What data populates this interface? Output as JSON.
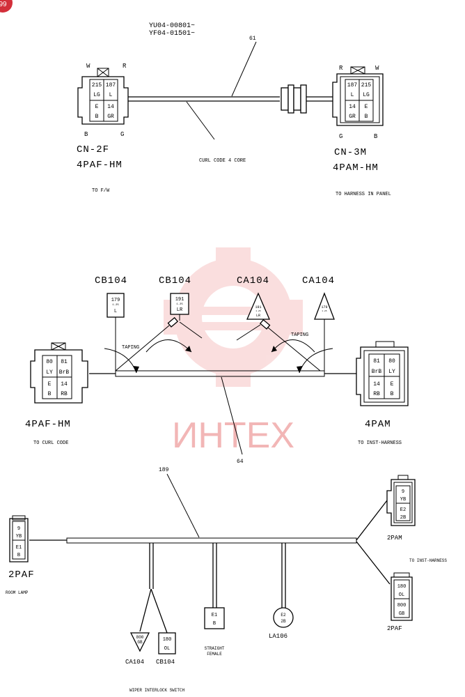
{
  "diagram": {
    "badge": "99",
    "part_numbers": [
      "YU04-00801~",
      "YF04-01501~"
    ],
    "watermark": "ИНТЕХ",
    "top": {
      "wire_no": "61",
      "curl_code": "CURL CODE 4 CORE",
      "left": {
        "top_left": "W",
        "top_right": "R",
        "bottom_left": "B",
        "bottom_right": "G",
        "cells": [
          "215",
          "187",
          "LG",
          "L",
          "E",
          "14",
          "B",
          "GR"
        ],
        "name": "CN-2F",
        "type": "4PAF-HM",
        "dest": "TO F/W"
      },
      "right": {
        "top_left": "R",
        "top_right": "W",
        "bottom_left": "G",
        "bottom_right": "B",
        "cells": [
          "187",
          "215",
          "L",
          "LG",
          "14",
          "E",
          "GR",
          "B"
        ],
        "name": "CN-3M",
        "type": "4PAM-HM",
        "dest": "TO HARNESS IN PANEL"
      }
    },
    "middle": {
      "wire_no": "64",
      "taping": "TAPING",
      "terminals": [
        {
          "code": "CB104",
          "num": "179",
          "spec": "1.25",
          "color": "L"
        },
        {
          "code": "CB104",
          "num": "191",
          "spec": "1.25",
          "color": "LR"
        },
        {
          "code": "CA104",
          "num": "191",
          "spec": "1.25",
          "color": "LR"
        },
        {
          "code": "CA104",
          "num": "179",
          "spec": "1.25",
          "color": "L"
        }
      ],
      "left": {
        "cells": [
          "80",
          "81",
          "LY",
          "BrB",
          "E",
          "14",
          "B",
          "RB"
        ],
        "type": "4PAF-HM",
        "dest": "TO CURL CODE"
      },
      "right": {
        "cells": [
          "81",
          "80",
          "BrB",
          "LY",
          "14",
          "E",
          "RB",
          "B"
        ],
        "type": "4PAM",
        "dest": "TO INST-HARNESS"
      }
    },
    "bottom": {
      "wire_no": "189",
      "left_conn": {
        "cells": [
          "9",
          "YB",
          "E1",
          "B"
        ],
        "type": "2PAF",
        "dest": "ROOM LAMP"
      },
      "top_right_conn": {
        "cells": [
          "9",
          "YB",
          "E2",
          "2B"
        ],
        "type": "2PAM"
      },
      "right_dest": "TO INST-HARNESS",
      "bottom_right_conn": {
        "cells": [
          "180",
          "OL",
          "800",
          "GB"
        ],
        "type": "2PAF"
      },
      "ca104": {
        "num": "800",
        "color": "GB",
        "code": "CA104"
      },
      "cb104": {
        "num": "180",
        "color": "OL",
        "code": "CB104"
      },
      "wiper": "WIPER INTERLOCK SWITCH",
      "straight": {
        "num": "E1",
        "color": "B",
        "label1": "STRAIGHT",
        "label2": "FEMALE"
      },
      "lamp": {
        "num": "E2",
        "color": "2B",
        "code": "LA106"
      }
    }
  }
}
